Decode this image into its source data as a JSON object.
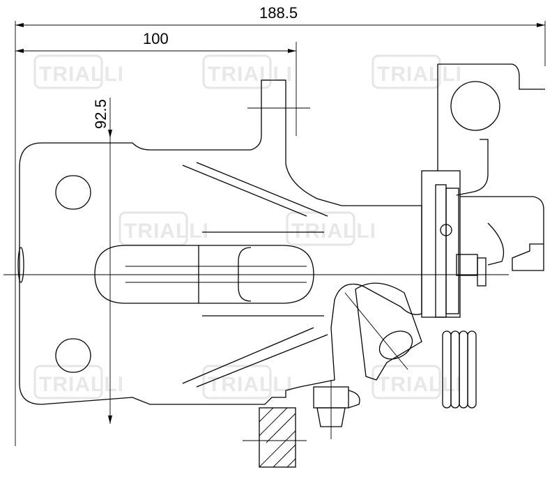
{
  "dimensions": {
    "overall_width": "188.5",
    "partial_width": "100",
    "height": "92.5"
  },
  "watermark": "TRIALLI",
  "colors": {
    "line": "#000000",
    "watermark": "#e6e6e6"
  }
}
